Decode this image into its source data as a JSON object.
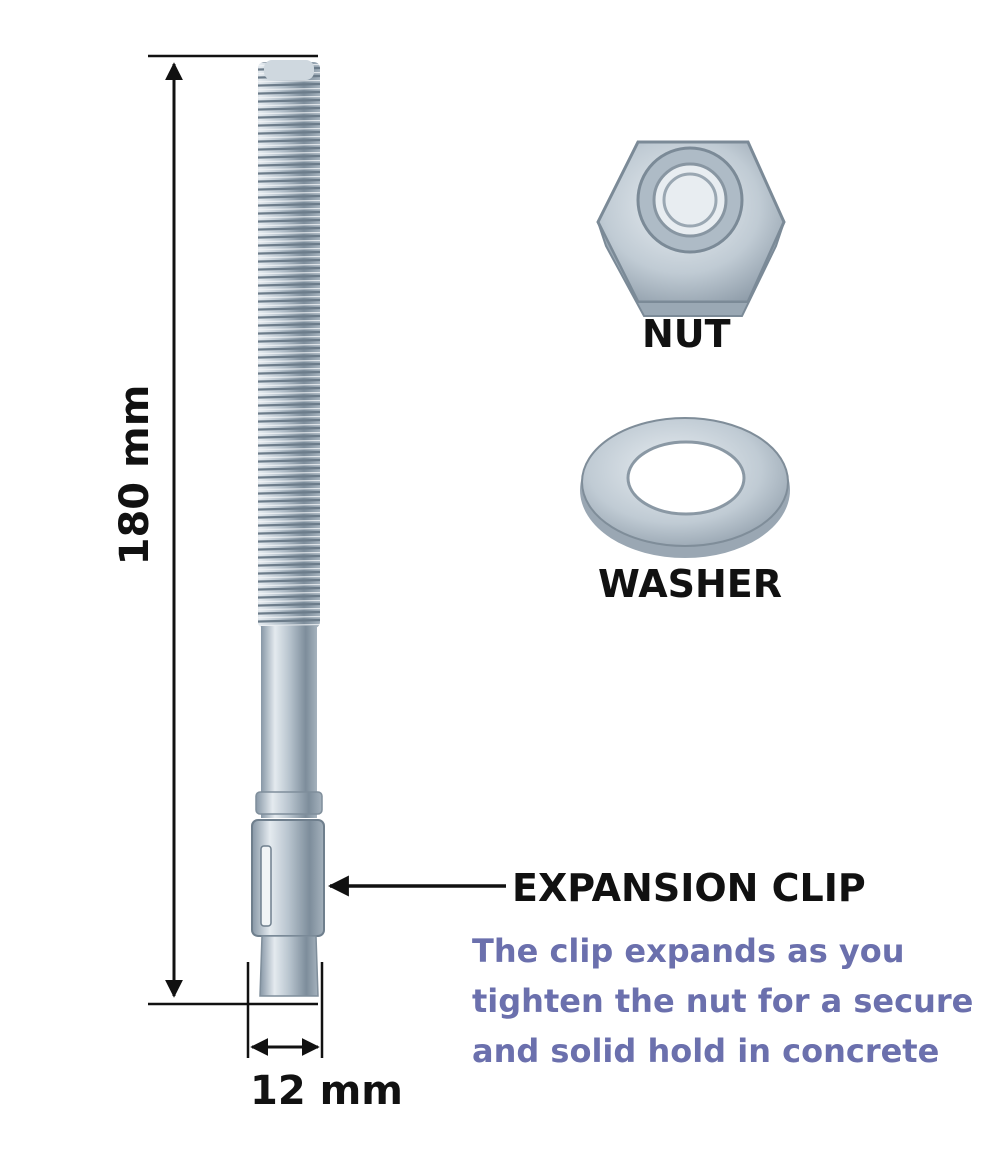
{
  "dimensions": {
    "length_label": "180 mm",
    "diameter_label": "12 mm"
  },
  "parts": {
    "nut_label": "NUT",
    "washer_label": "WASHER"
  },
  "callout": {
    "title": "EXPANSION CLIP",
    "description_lines": [
      "The clip expands as you",
      "tighten the nut for a secure",
      "and solid hold in concrete"
    ]
  },
  "colors": {
    "description_text": "#6b70ad",
    "label_text": "#111111",
    "metal": "#c3cfd8"
  }
}
